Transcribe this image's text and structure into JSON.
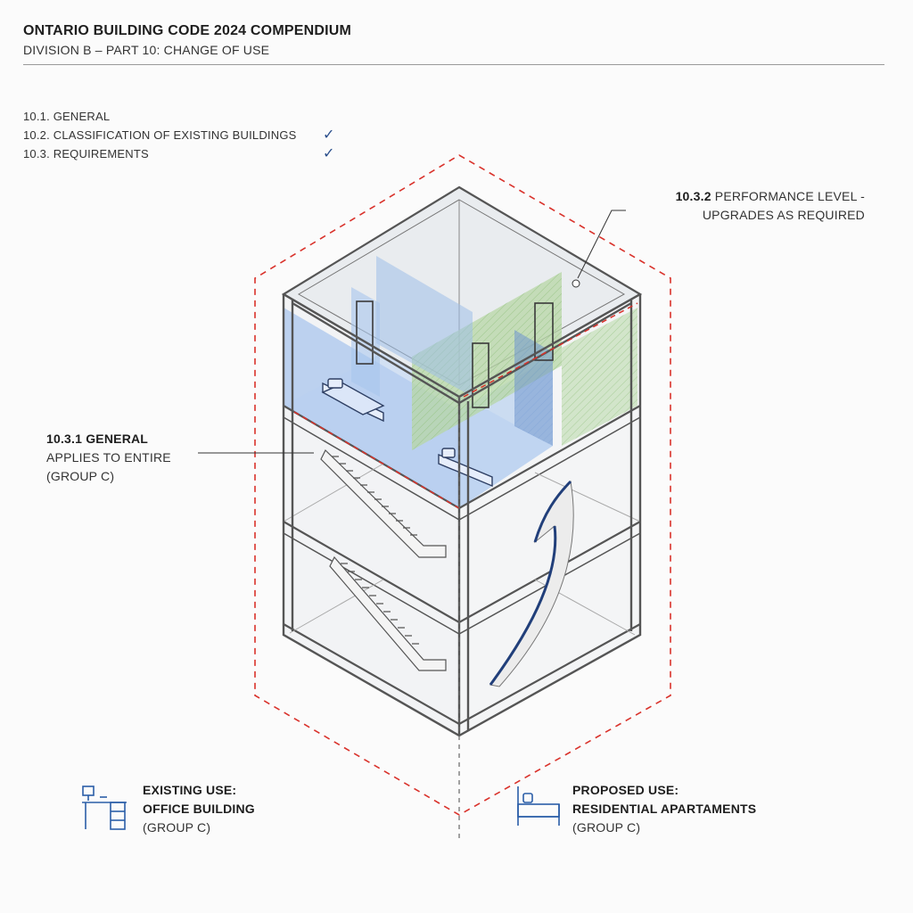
{
  "header": {
    "title": "ONTARIO BUILDING CODE 2024 COMPENDIUM",
    "subtitle": "DIVISION B – PART 10: CHANGE OF USE"
  },
  "toc": {
    "items": [
      {
        "label": "10.1. GENERAL",
        "checked": false
      },
      {
        "label": "10.2. CLASSIFICATION OF EXISTING BUILDINGS",
        "checked": true
      },
      {
        "label": "10.3. REQUIREMENTS",
        "checked": true
      }
    ],
    "check_glyph": "✓"
  },
  "callouts": {
    "general": {
      "title": "10.3.1 GENERAL",
      "line1": "APPLIES TO ENTIRE",
      "line2": "(GROUP C)"
    },
    "performance": {
      "title_bold": "10.3.2",
      "title_rest": "PERFORMANCE LEVEL -",
      "line2": "UPGRADES AS REQUIRED"
    }
  },
  "legend": {
    "existing": {
      "line1": "EXISTING USE:",
      "line2": "OFFICE BUILDING",
      "line3": "(GROUP C)",
      "icon": "office-desk-icon"
    },
    "proposed": {
      "line1": "PROPOSED USE:",
      "line2": "RESIDENTIAL APARTAMENTS",
      "line3": "(GROUP C)",
      "icon": "bed-icon"
    }
  },
  "colors": {
    "red_dash": "#d9322b",
    "navy": "#213f7a",
    "blue_fill": "#a9c6ec",
    "green_fill": "#b7d7a6",
    "frame": "#555555"
  }
}
